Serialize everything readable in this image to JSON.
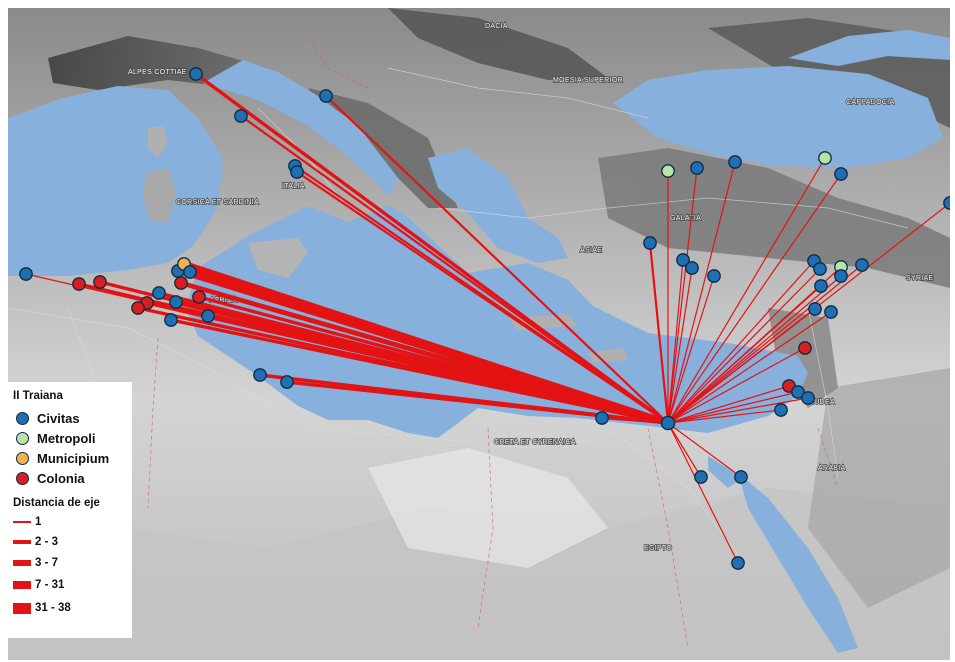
{
  "map": {
    "region_labels": [
      {
        "id": "dacia",
        "text": "DACIA"
      },
      {
        "id": "alpes",
        "text": "ALPES COTTIAE"
      },
      {
        "id": "moesia",
        "text": "MOESIA SUPERIOR"
      },
      {
        "id": "cappadocia",
        "text": "CAPPADOCIA"
      },
      {
        "id": "italia",
        "text": "ITALIA"
      },
      {
        "id": "corsica",
        "text": "CORSICA ET SARDINIA"
      },
      {
        "id": "galatia",
        "text": "GALATIA"
      },
      {
        "id": "asiae",
        "text": "ASIAE"
      },
      {
        "id": "africa",
        "text": "AFRICA"
      },
      {
        "id": "syriae",
        "text": "SYRIAE"
      },
      {
        "id": "iudea",
        "text": "IUDEA"
      },
      {
        "id": "creta",
        "text": "CRETA ET CYRENAICA"
      },
      {
        "id": "arabia",
        "text": "ARABIA"
      },
      {
        "id": "egipto",
        "text": "EGIPTO"
      }
    ],
    "hub_type": "civitas",
    "sites": [
      {
        "type": "civitas",
        "w": 3
      },
      {
        "type": "civitas",
        "w": 2
      },
      {
        "type": "civitas",
        "w": 2
      },
      {
        "type": "civitas",
        "w": 2
      },
      {
        "type": "civitas",
        "w": 2
      },
      {
        "type": "civitas",
        "w": 1
      },
      {
        "type": "colonia",
        "w": 3
      },
      {
        "type": "colonia",
        "w": 3
      },
      {
        "type": "civitas",
        "w": 4
      },
      {
        "type": "municipium",
        "w": 5
      },
      {
        "type": "civitas",
        "w": 5
      },
      {
        "type": "civitas",
        "w": 4
      },
      {
        "type": "colonia",
        "w": 4
      },
      {
        "type": "colonia",
        "w": 3
      },
      {
        "type": "civitas",
        "w": 3
      },
      {
        "type": "colonia",
        "w": 3
      },
      {
        "type": "colonia",
        "w": 3
      },
      {
        "type": "civitas",
        "w": 3
      },
      {
        "type": "civitas",
        "w": 3
      },
      {
        "type": "civitas",
        "w": 3
      },
      {
        "type": "civitas",
        "w": 3
      },
      {
        "type": "civitas",
        "w": 2
      },
      {
        "type": "civitas",
        "w": 2
      },
      {
        "type": "metropoli",
        "w": 1
      },
      {
        "type": "civitas",
        "w": 1
      },
      {
        "type": "civitas",
        "w": 1
      },
      {
        "type": "metropoli",
        "w": 1
      },
      {
        "type": "civitas",
        "w": 1
      },
      {
        "type": "civitas",
        "w": 1
      },
      {
        "type": "civitas",
        "w": 1
      },
      {
        "type": "civitas",
        "w": 1
      },
      {
        "type": "civitas",
        "w": 1
      },
      {
        "type": "civitas",
        "w": 1
      },
      {
        "type": "civitas",
        "w": 1
      },
      {
        "type": "metropoli",
        "w": 1
      },
      {
        "type": "civitas",
        "w": 1
      },
      {
        "type": "civitas",
        "w": 1
      },
      {
        "type": "civitas",
        "w": 1
      },
      {
        "type": "civitas",
        "w": 1
      },
      {
        "type": "civitas",
        "w": 1
      },
      {
        "type": "colonia",
        "w": 1
      },
      {
        "type": "colonia",
        "w": 1
      },
      {
        "type": "civitas",
        "w": 1
      },
      {
        "type": "civitas",
        "w": 1
      },
      {
        "type": "civitas",
        "w": 1
      },
      {
        "type": "civitas",
        "w": 1
      },
      {
        "type": "civitas",
        "w": 1
      },
      {
        "type": "civitas",
        "w": 1
      }
    ]
  },
  "legend": {
    "title": "II Traiana",
    "types": [
      {
        "key": "civitas",
        "label": "Civitas",
        "color": "#1f6fb2"
      },
      {
        "key": "metropoli",
        "label": "Metropoli",
        "color": "#b9e4a4"
      },
      {
        "key": "municipium",
        "label": "Municipium",
        "color": "#f5b24c"
      },
      {
        "key": "colonia",
        "label": "Colonia",
        "color": "#d81e1e"
      }
    ],
    "distance_title": "Distancia de eje",
    "distances": [
      {
        "label": "1",
        "width": 1
      },
      {
        "label": "2 - 3",
        "width": 2
      },
      {
        "label": "3 - 7",
        "width": 3
      },
      {
        "label": "7 - 31",
        "width": 4
      },
      {
        "label": "31 - 38",
        "width": 5
      }
    ]
  },
  "colors": {
    "sea": "#87b0dc",
    "line": "#e41313",
    "marker_stroke": "#0b2b44"
  }
}
